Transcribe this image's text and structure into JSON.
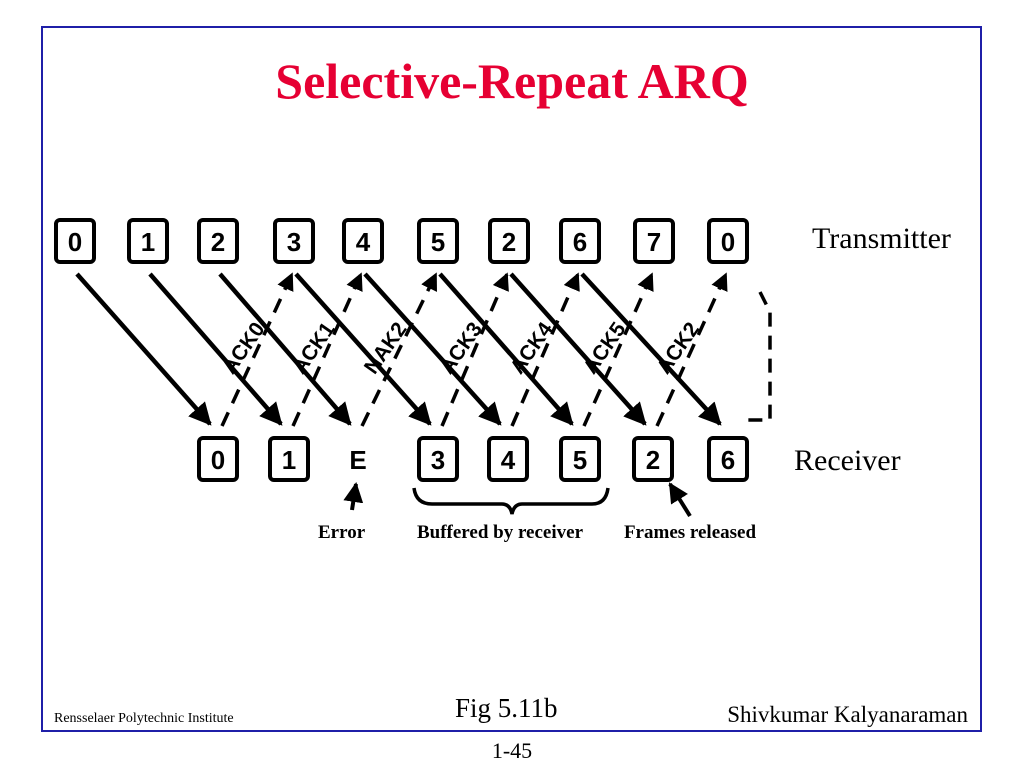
{
  "title": "Selective-Repeat ARQ",
  "transmitter_label": "Transmitter",
  "receiver_label": "Receiver",
  "transmitter_frames": [
    "0",
    "1",
    "2",
    "3",
    "4",
    "5",
    "2",
    "6",
    "7",
    "0"
  ],
  "receiver_frames": [
    "0",
    "1",
    "E",
    "3",
    "4",
    "5",
    "2",
    "6"
  ],
  "acks": [
    "ACK0",
    "ACK1",
    "NAK2",
    "ACK3",
    "ACK4",
    "ACK5",
    "ACK2"
  ],
  "notes": [
    "Error",
    "Buffered by receiver",
    "Frames released"
  ],
  "figure_caption": "Fig 5.11b",
  "footer_left": "Rensselaer Polytechnic Institute",
  "footer_right": "Shivkumar Kalyanaraman",
  "slide_number": "1-45",
  "colors": {
    "title": "#e60033",
    "border": "#1f1fa8",
    "ink": "#000000"
  }
}
